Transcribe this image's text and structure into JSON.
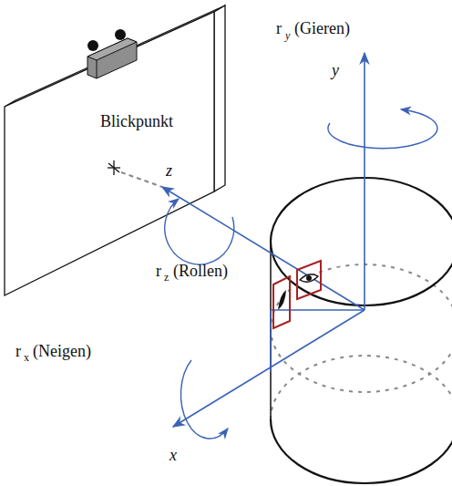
{
  "diagram": {
    "labels": [
      "r",
      "y",
      "(Gieren)",
      "y",
      "Blickpunkt",
      "z",
      "r",
      "z",
      "(Rollen)",
      "r",
      "x",
      "(Neigen)",
      "x"
    ]
  }
}
